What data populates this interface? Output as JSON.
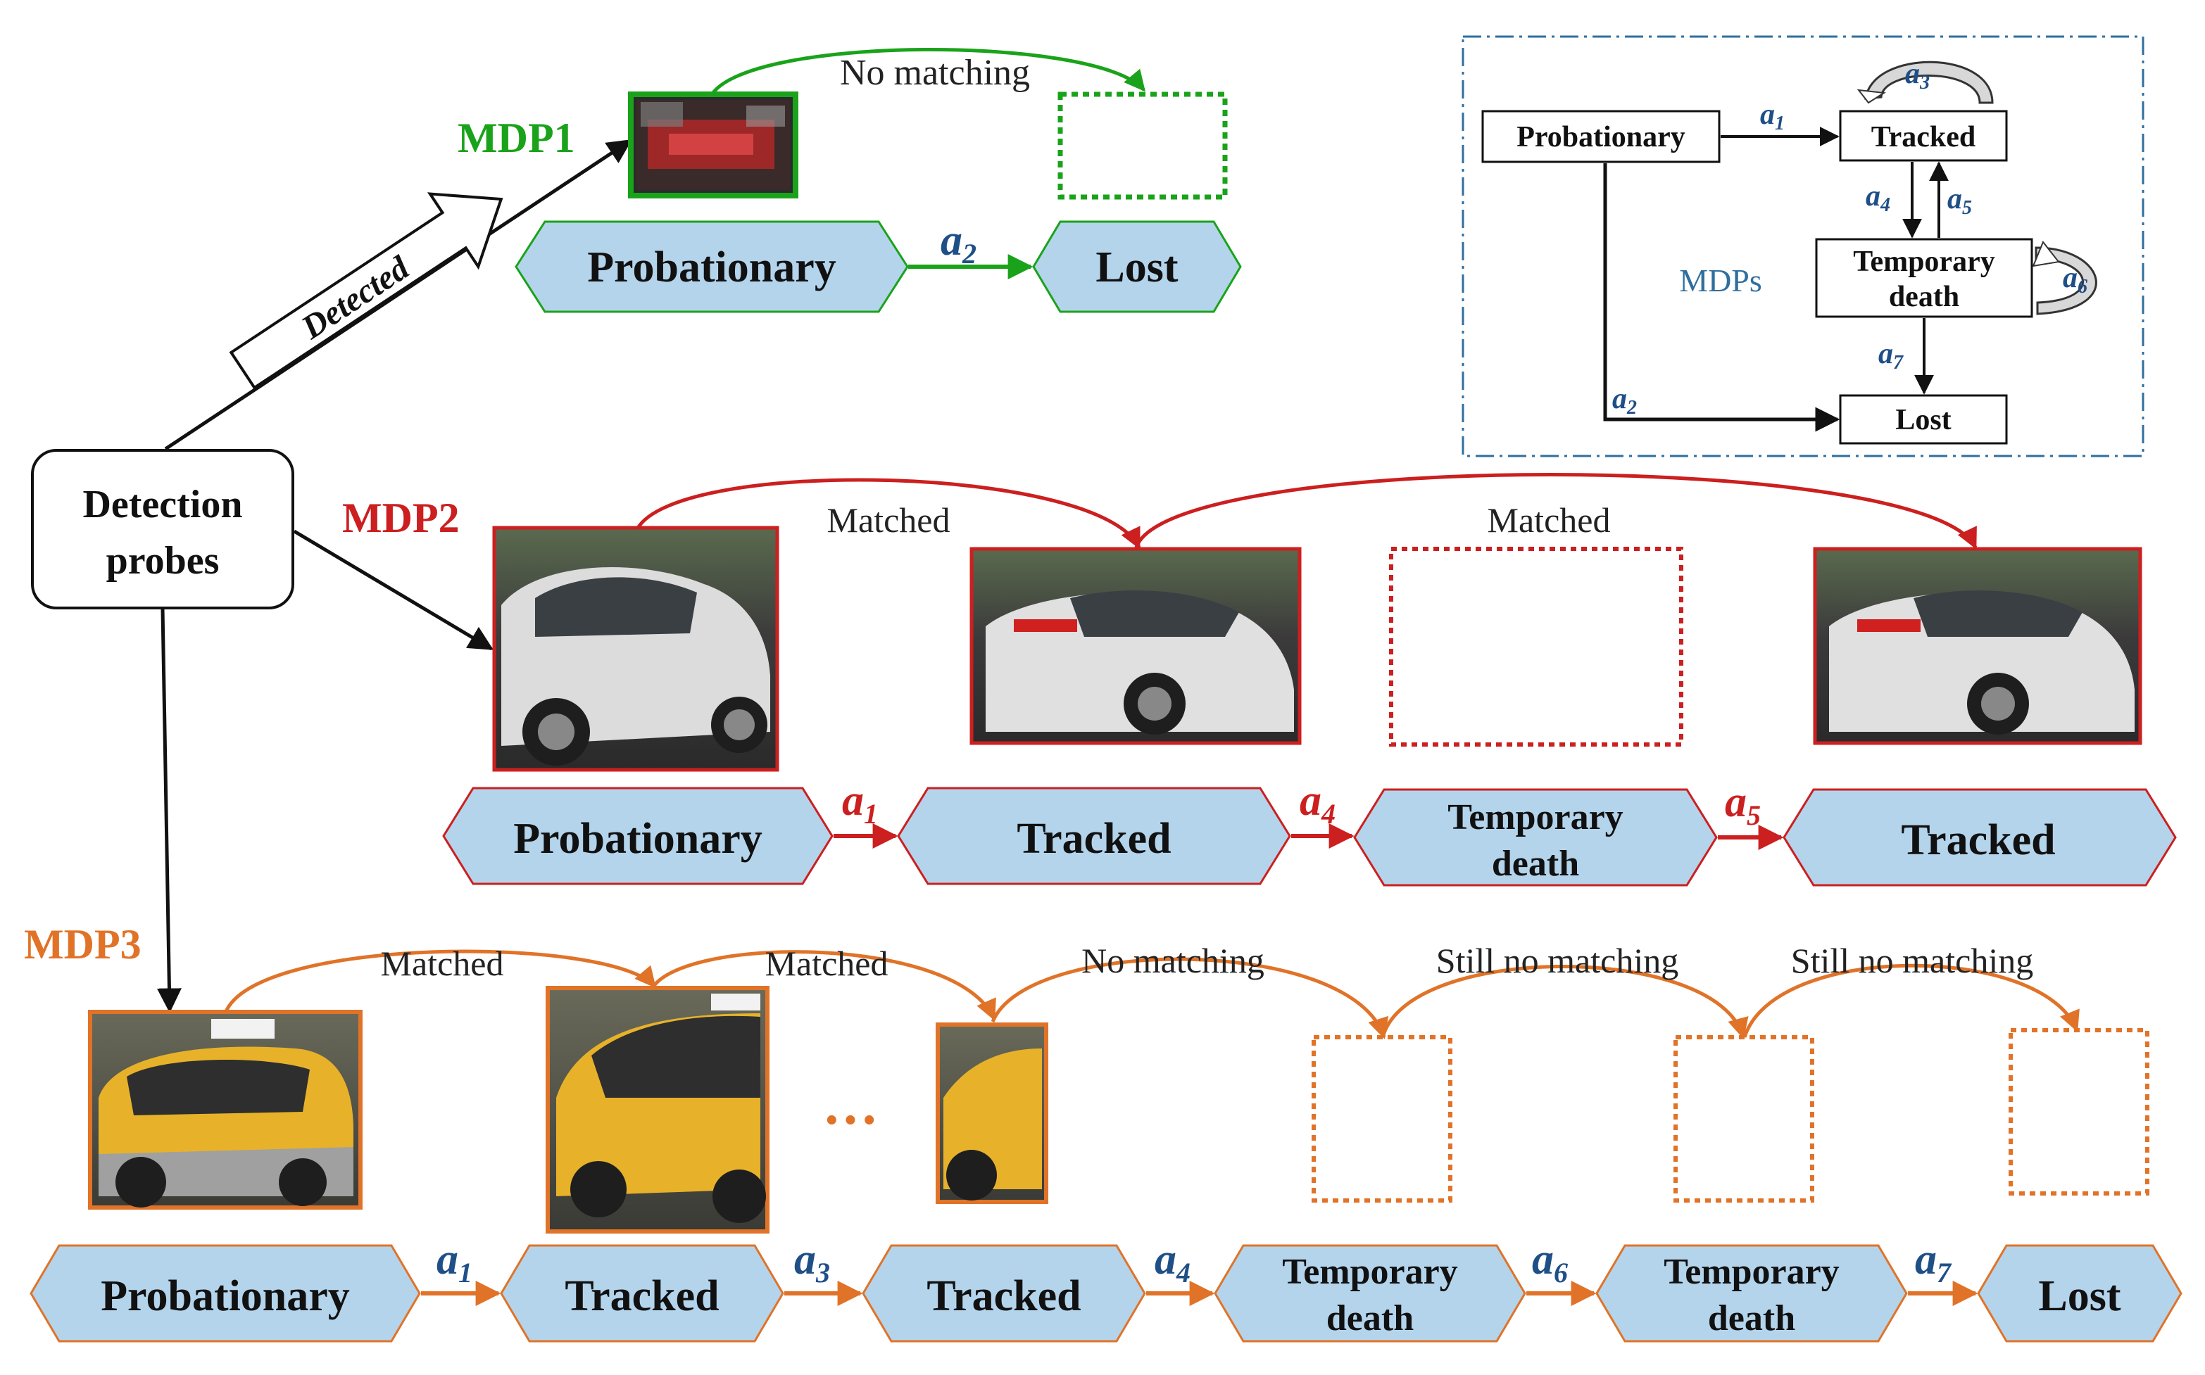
{
  "colors": {
    "green": "#1aa31a",
    "red": "#cc1f1f",
    "orange": "#e07328",
    "hex_fill": "#b4d4ec",
    "action_blue": "#1f4f87",
    "mdps_blue": "#2f6f9f"
  },
  "source": {
    "label_line1": "Detection",
    "label_line2": "probes",
    "detected_label": "Detected"
  },
  "mdp1": {
    "title": "MDP1",
    "no_matching": "No matching",
    "states": [
      "Probationary",
      "Lost"
    ],
    "action": "a",
    "action_sub": "2"
  },
  "mdp2": {
    "title": "MDP2",
    "matched_1": "Matched",
    "matched_2": "Matched",
    "states": [
      {
        "line1": "Probationary",
        "line2": ""
      },
      {
        "line1": "Tracked",
        "line2": ""
      },
      {
        "line1": "Temporary",
        "line2": "death"
      },
      {
        "line1": "Tracked",
        "line2": ""
      }
    ],
    "actions": [
      {
        "base": "a",
        "sub": "1"
      },
      {
        "base": "a",
        "sub": "4"
      },
      {
        "base": "a",
        "sub": "5"
      }
    ]
  },
  "mdp3": {
    "title": "MDP3",
    "matched_1": "Matched",
    "matched_2": "Matched",
    "no_matching": "No matching",
    "still_1": "Still no matching",
    "still_2": "Still no matching",
    "ellipsis": "···",
    "states": [
      {
        "line1": "Probationary",
        "line2": ""
      },
      {
        "line1": "Tracked",
        "line2": ""
      },
      {
        "line1": "Tracked",
        "line2": ""
      },
      {
        "line1": "Temporary",
        "line2": "death"
      },
      {
        "line1": "Temporary",
        "line2": "death"
      },
      {
        "line1": "Lost",
        "line2": ""
      }
    ],
    "actions": [
      {
        "base": "a",
        "sub": "1"
      },
      {
        "base": "a",
        "sub": "3"
      },
      {
        "base": "a",
        "sub": "4"
      },
      {
        "base": "a",
        "sub": "6"
      },
      {
        "base": "a",
        "sub": "7"
      }
    ]
  },
  "inset": {
    "probationary": "Probationary",
    "tracked": "Tracked",
    "temporary_line1": "Temporary",
    "temporary_line2": "death",
    "lost": "Lost",
    "mdps": "MDPs",
    "a1": {
      "base": "a",
      "sub": "1"
    },
    "a2": {
      "base": "a",
      "sub": "2"
    },
    "a3": {
      "base": "a",
      "sub": "3"
    },
    "a4": {
      "base": "a",
      "sub": "4"
    },
    "a5": {
      "base": "a",
      "sub": "5"
    },
    "a6": {
      "base": "a",
      "sub": "6"
    },
    "a7": {
      "base": "a",
      "sub": "7"
    }
  }
}
